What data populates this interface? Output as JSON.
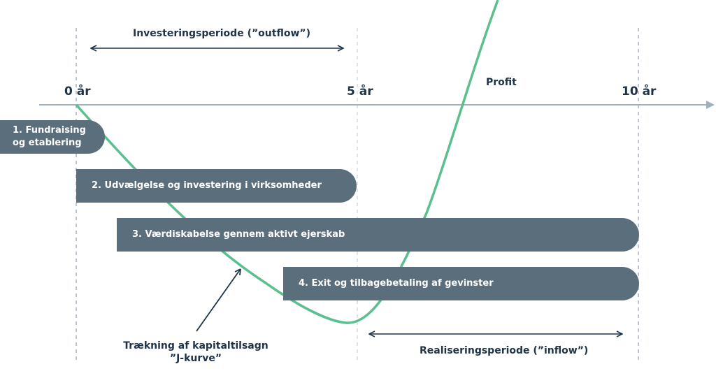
{
  "ticks": {
    "start": "0 år",
    "mid": "5 år",
    "end": "10 år"
  },
  "investment_period": {
    "label": "Investeringsperiode (”outflow”)"
  },
  "realisation_period": {
    "label": "Realiseringsperiode (”inflow”)"
  },
  "profit_label": "Profit",
  "phases": [
    {
      "line1": "1. Fundraising",
      "line2": "og etablering"
    },
    {
      "line1": "2. Udvælgelse og investering i virksomheder"
    },
    {
      "line1": "3. Værdiskabelse gennem aktivt ejerskab"
    },
    {
      "line1": "4. Exit og tilbagebetaling af gevinster"
    }
  ],
  "jcurve": {
    "line1": "Trækning af kapitaltilsagn",
    "line2": "”J-kurve”"
  },
  "colors": {
    "curve": "#5bbf8e",
    "phase_fill": "#5b6e7b",
    "axis": "#9fb1bd",
    "text": "#1e3348"
  }
}
